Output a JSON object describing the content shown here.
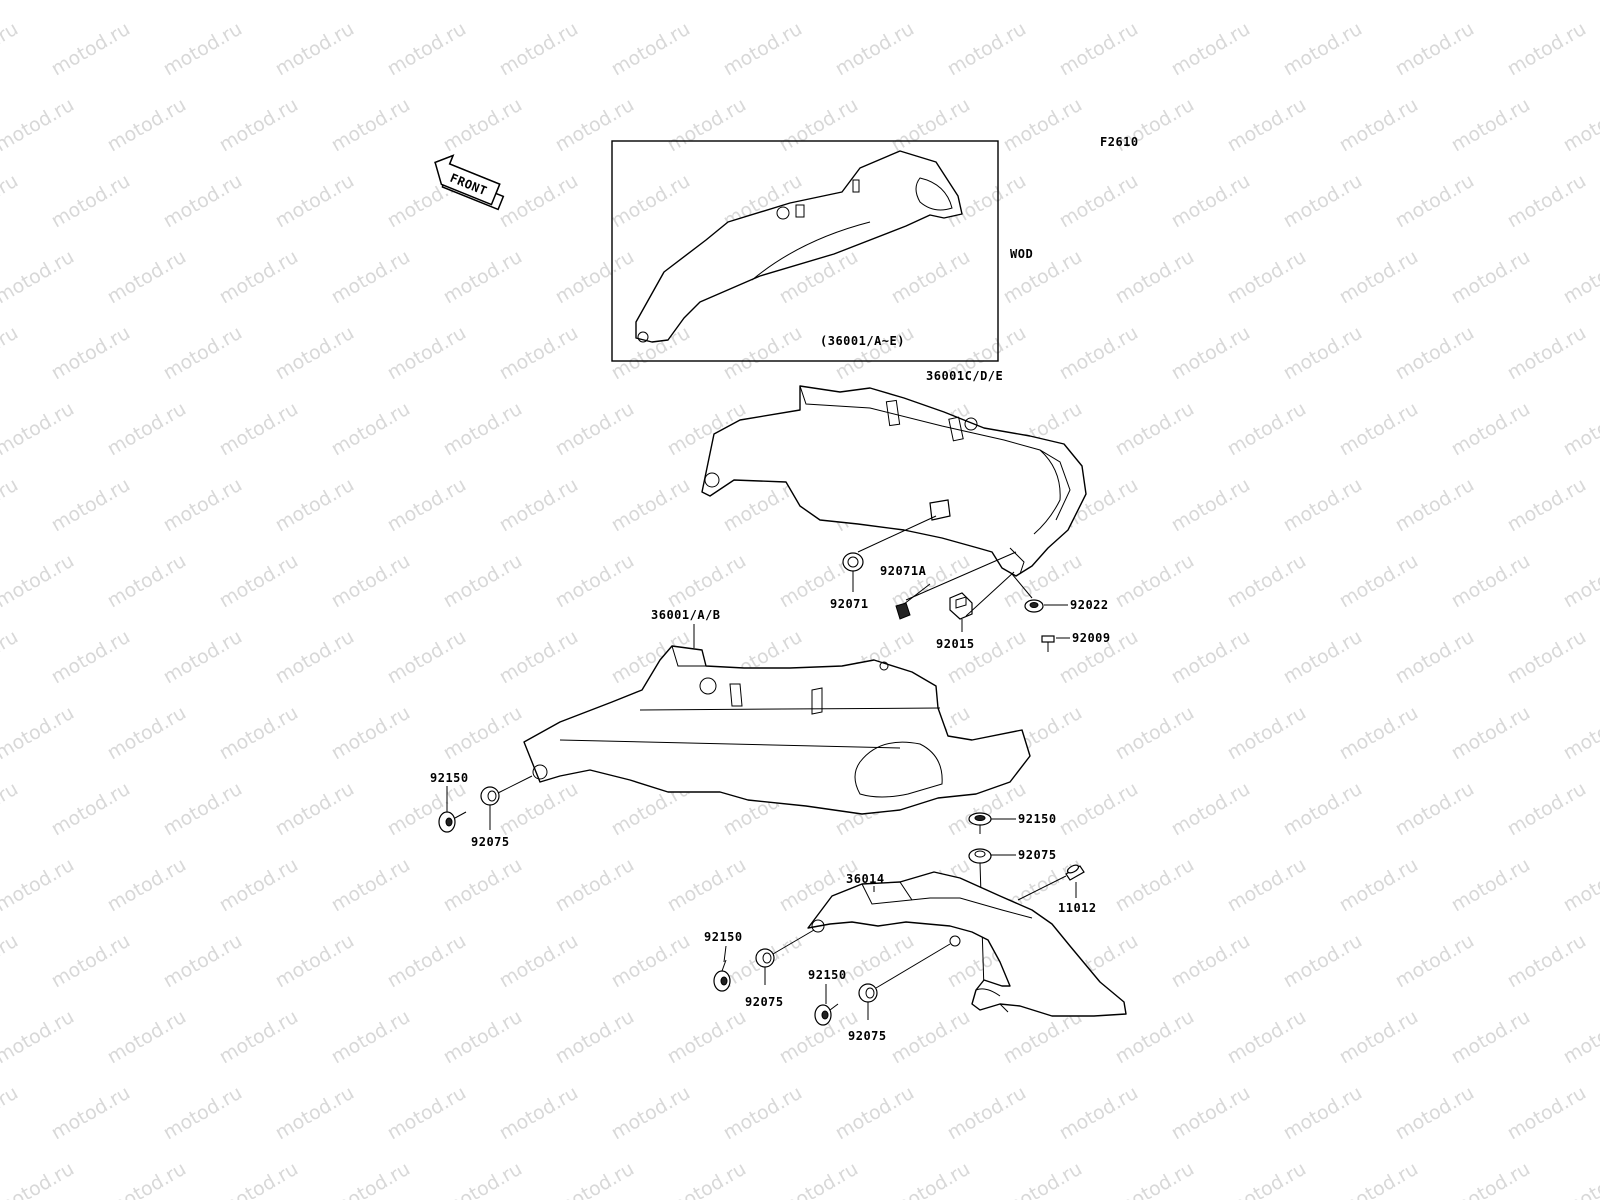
{
  "diagram": {
    "code": "F2610",
    "front_label": "FRONT",
    "inset_label": "WOD",
    "inset_part_ref": "(36001/A~E)",
    "watermark": "motod.ru",
    "colors": {
      "line": "#000000",
      "watermark": "#d8d8d8",
      "background": "#ffffff"
    },
    "callouts": {
      "upper_cover": "36001C/D/E",
      "grommet": "92071",
      "grommet_a": "92071A",
      "nut": "92015",
      "washer": "92022",
      "bolt_upper": "92009",
      "lower_cover": "36001/A/B",
      "lower_bolt_left": "92150",
      "lower_collar_left": "92075",
      "chain_bolt_top": "92150",
      "chain_collar_top": "92075",
      "chain_cover": "36014",
      "pin": "11012",
      "chain_bolt_left": "92150",
      "chain_collar_left": "92075",
      "chain_bolt_mid": "92150",
      "chain_collar_mid": "92075"
    }
  }
}
